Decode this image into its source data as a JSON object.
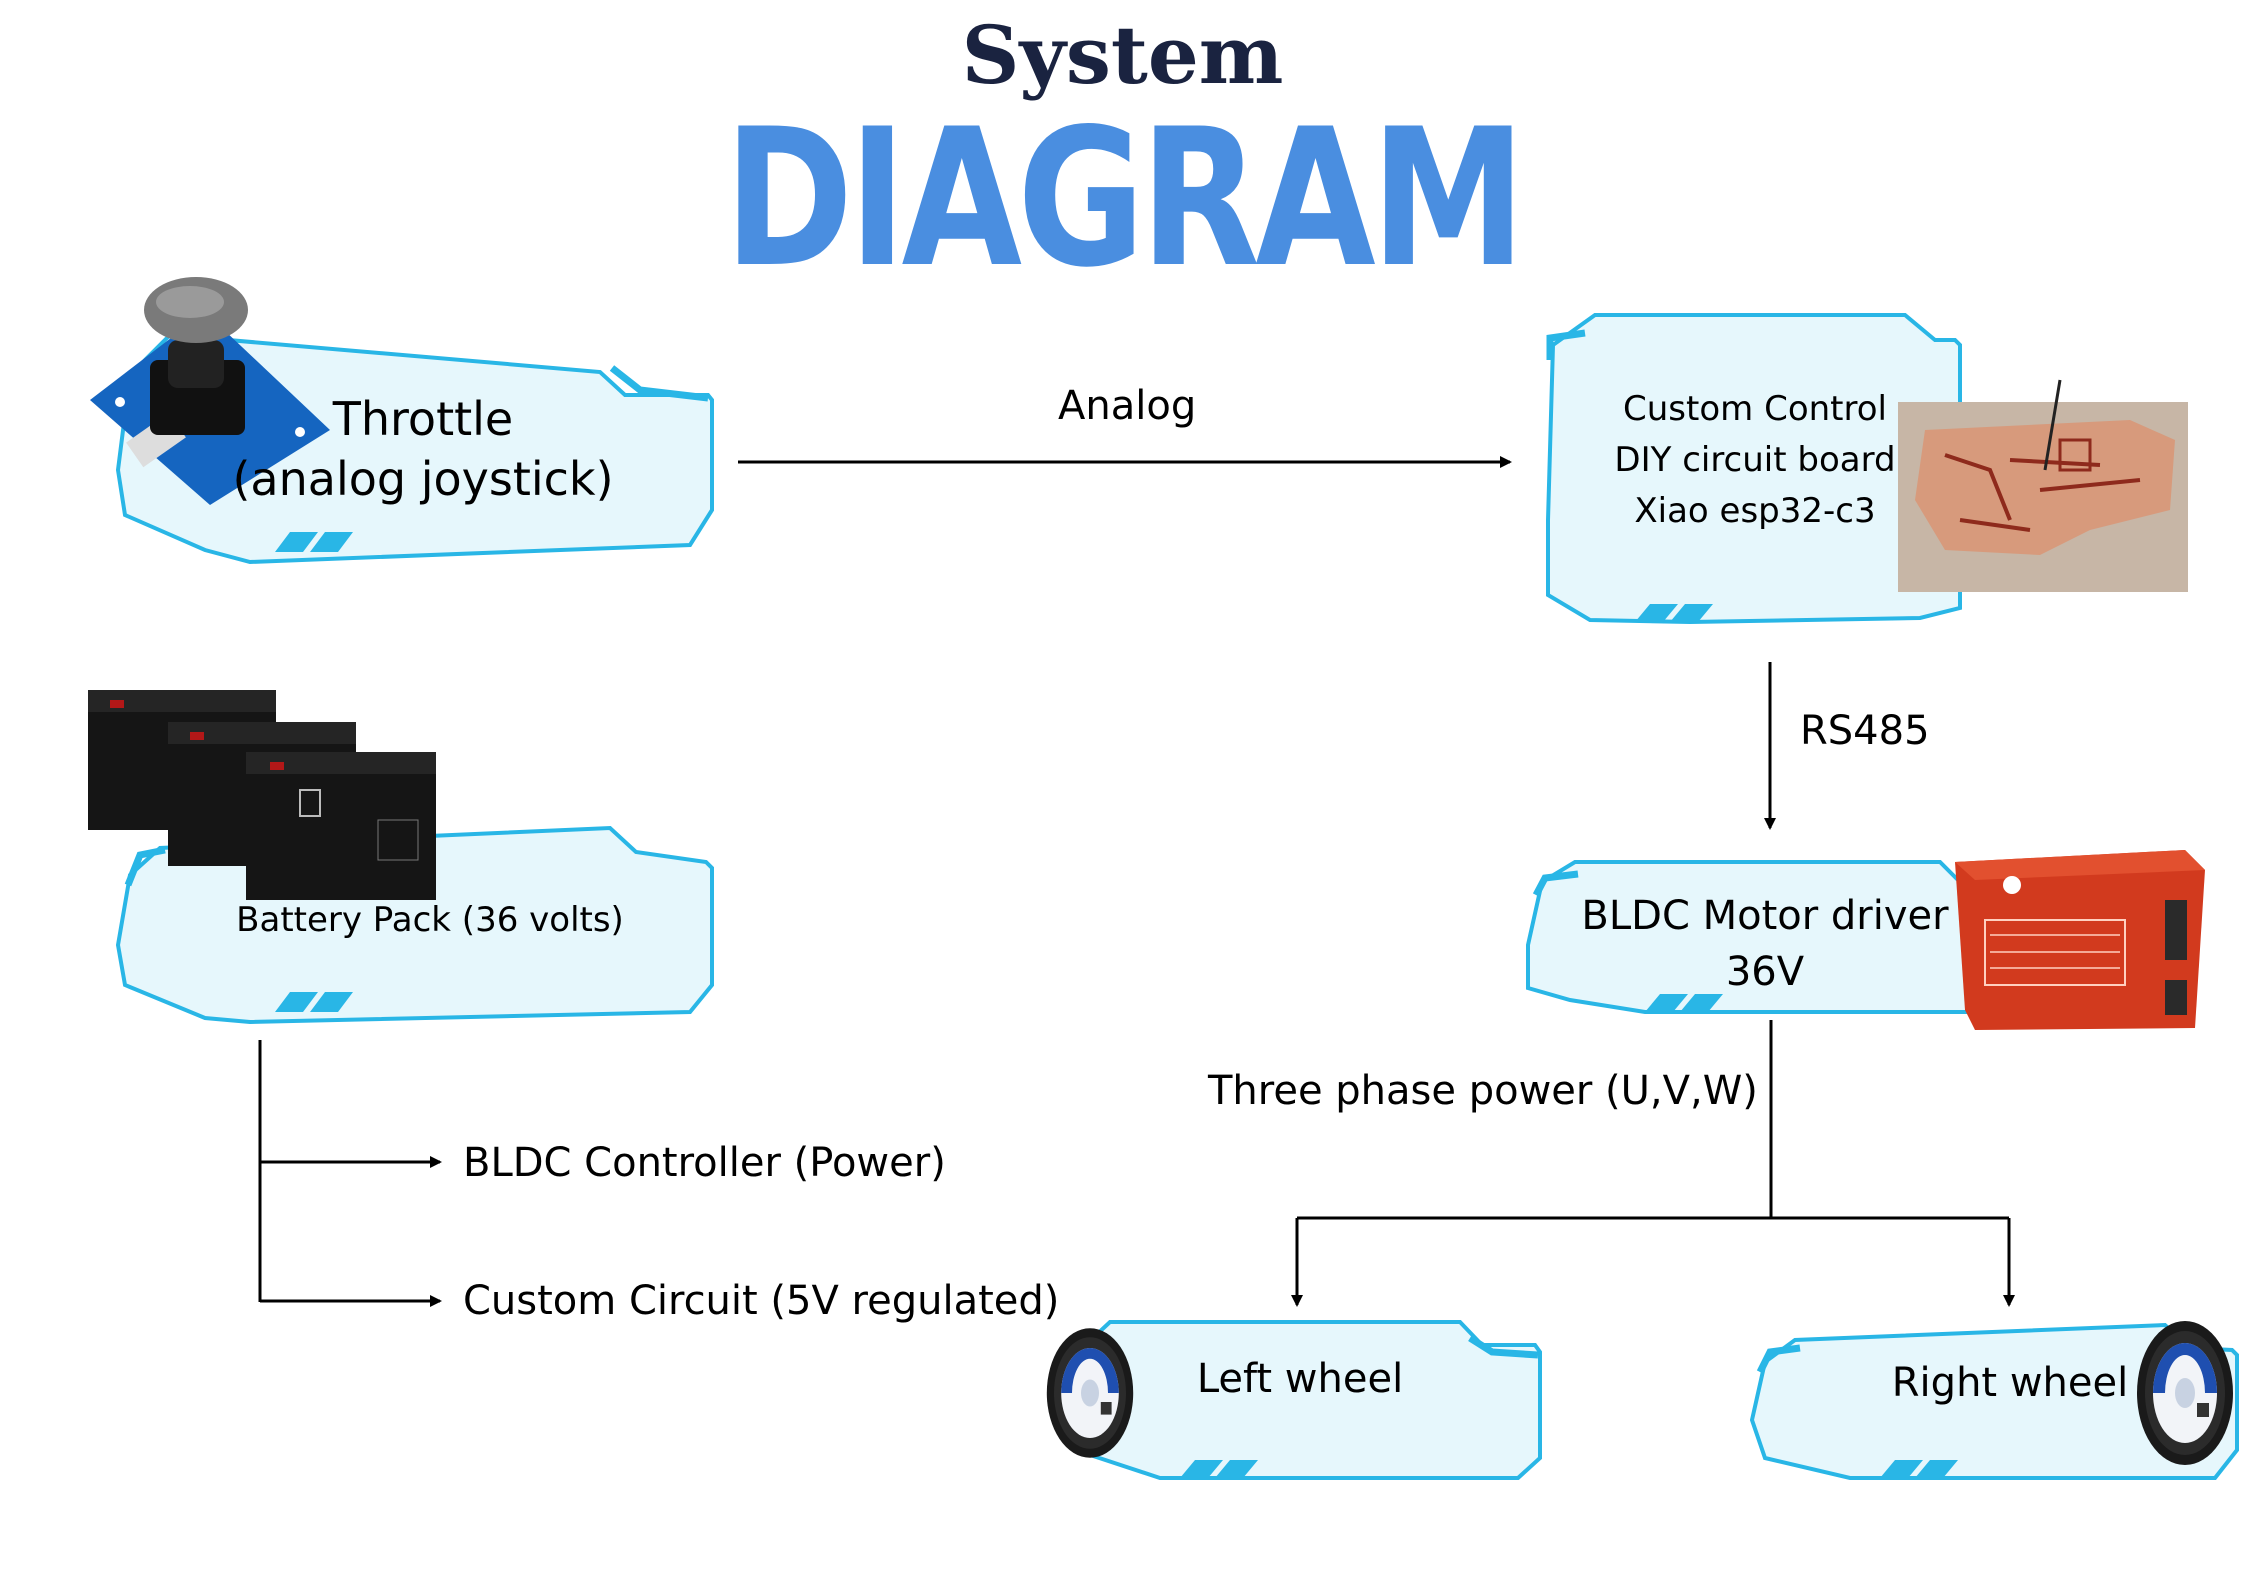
{
  "title": {
    "line1": "System",
    "line2": "DIAGRAM"
  },
  "colors": {
    "accent": "#4a8ee0",
    "box_border": "#29b6e6",
    "box_fill": "#e6f7fc",
    "title_dark": "#1a2340"
  },
  "nodes": {
    "throttle": {
      "line1": "Throttle",
      "line2": "(analog joystick)",
      "image": "joystick-module-photo"
    },
    "controller": {
      "line1": "Custom Control",
      "line2": "DIY circuit board",
      "line3": "Xiao esp32-c3",
      "image": "pcb-photo"
    },
    "battery": {
      "label": "Battery Pack (36 volts)",
      "image": "battery-photo"
    },
    "driver": {
      "line1": "BLDC Motor driver",
      "line2": "36V",
      "image": "motor-driver-photo"
    },
    "left_wheel": {
      "label": "Left wheel",
      "image": "hub-motor-wheel-photo"
    },
    "right_wheel": {
      "label": "Right wheel",
      "image": "hub-motor-wheel-photo"
    }
  },
  "connections": {
    "analog": "Analog",
    "rs485": "RS485",
    "three_phase": "Three phase power (U,V,W)",
    "power_bldc": "BLDC Controller (Power)",
    "power_custom": "Custom Circuit (5V regulated)"
  }
}
